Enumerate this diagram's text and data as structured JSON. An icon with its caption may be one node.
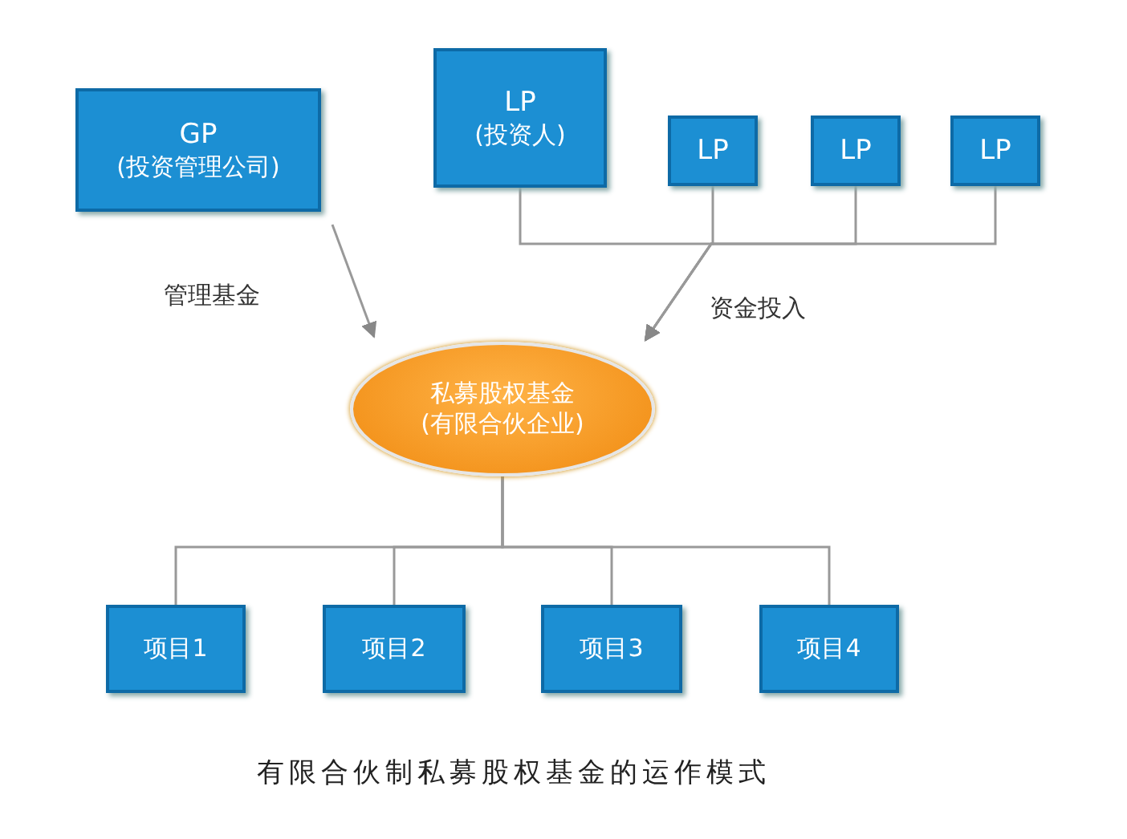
{
  "diagram": {
    "caption": "有限合伙制私募股权基金的运作模式",
    "nodes": [
      {
        "text": [
          "GP",
          "(投资管理公司)"
        ]
      },
      {
        "text": [
          "LP",
          "(投资人)"
        ]
      },
      {
        "text": [
          "LP"
        ]
      },
      {
        "text": [
          "LP"
        ]
      },
      {
        "text": [
          "LP"
        ]
      },
      {
        "text": [
          "私募股权基金",
          "(有限合伙企业)"
        ]
      },
      {
        "text": [
          "项目1"
        ]
      },
      {
        "text": [
          "项目2"
        ]
      },
      {
        "text": [
          "项目3"
        ]
      },
      {
        "text": [
          "项目4"
        ]
      }
    ],
    "edges": [
      {
        "from": 0,
        "to": 5,
        "arrow": "to",
        "label": "管理基金"
      },
      {
        "from": 1,
        "to": 5,
        "arrow": "to"
      },
      {
        "from": 2,
        "to": 5,
        "arrow": "to",
        "label": "资金投入"
      },
      {
        "from": 3,
        "to": 5,
        "arrow": "to"
      },
      {
        "from": 4,
        "to": 5,
        "arrow": "to"
      },
      {
        "from": 5,
        "to": 6,
        "arrow": "none"
      },
      {
        "from": 5,
        "to": 7,
        "arrow": "none"
      },
      {
        "from": 5,
        "to": 8,
        "arrow": "none"
      },
      {
        "from": 5,
        "to": 9,
        "arrow": "none"
      }
    ]
  }
}
